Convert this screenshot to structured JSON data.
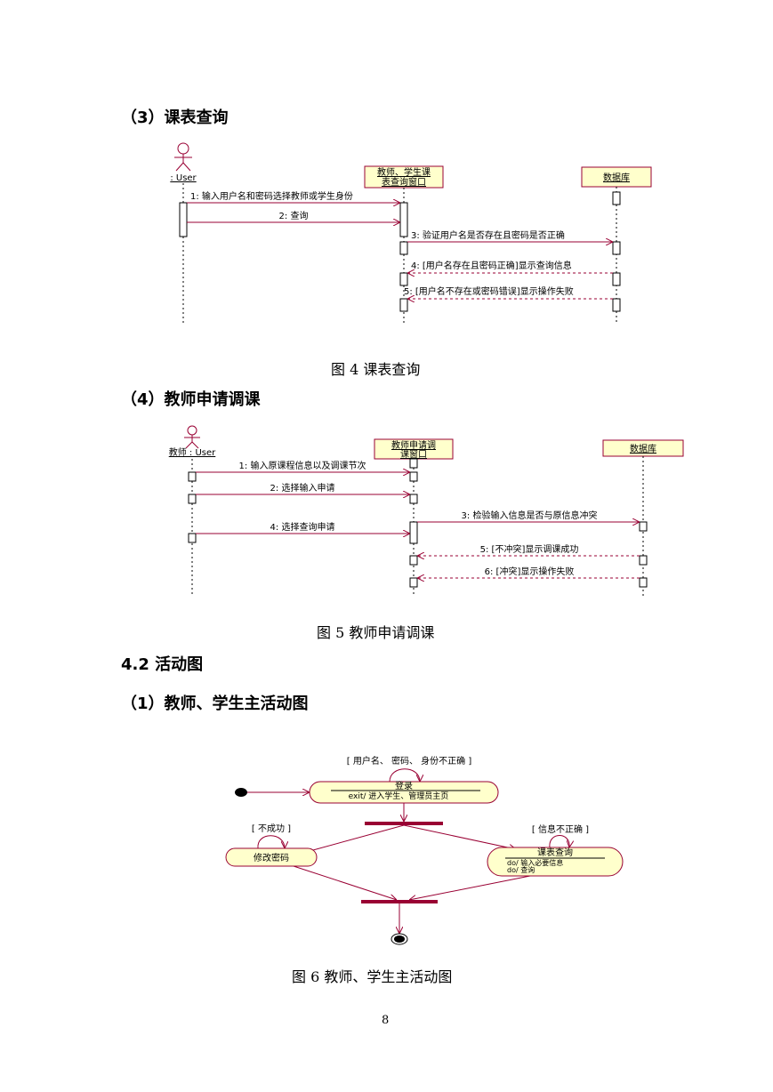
{
  "sections": {
    "s3": "（3）课表查询",
    "s4": "（4）教师申请调课",
    "s42": "4.2 活动图",
    "s1": "（1）教师、学生主活动图"
  },
  "fig4": {
    "caption": "图 4     课表查询",
    "actor": ": User",
    "obj1_line1": "教师、学生课",
    "obj1_line2": "表查询窗口",
    "obj2": "数据库",
    "msgs": [
      "1: 输入用户名和密码选择教师或学生身份",
      "2: 查询",
      "3: 验证用户名是否存在且密码是否正确",
      "4: [用户名存在且密码正确]显示查询信息",
      "5: [用户名不存在或密码错误]显示操作失败"
    ]
  },
  "fig5": {
    "caption": "图 5     教师申请调课",
    "actor": "教师 : User",
    "obj1_line1": "教师申请调",
    "obj1_line2": "课窗口",
    "obj2": "数据库",
    "msgs": [
      "1: 输入原课程信息以及调课节次",
      "2: 选择输入申请",
      "3: 检验输入信息是否与原信息冲突",
      "4: 选择查询申请",
      "5: [不冲突]显示调课成功",
      "6: [冲突]显示操作失败"
    ]
  },
  "fig6": {
    "caption": "图 6     教师、学生主活动图",
    "login_guard": "[ 用户名、 密码、 身份不正确 ]",
    "login_name": "登录",
    "login_exit": "exit/ 进入学生、管理员主页",
    "fail_guard": "[ 不成功 ]",
    "change_pwd": "修改密码",
    "info_guard": "[ 信息不正确 ]",
    "query_name": "课表查询",
    "query_do1": "do/ 输入必要信息",
    "query_do2": "do/ 查询"
  },
  "page_number": "8"
}
